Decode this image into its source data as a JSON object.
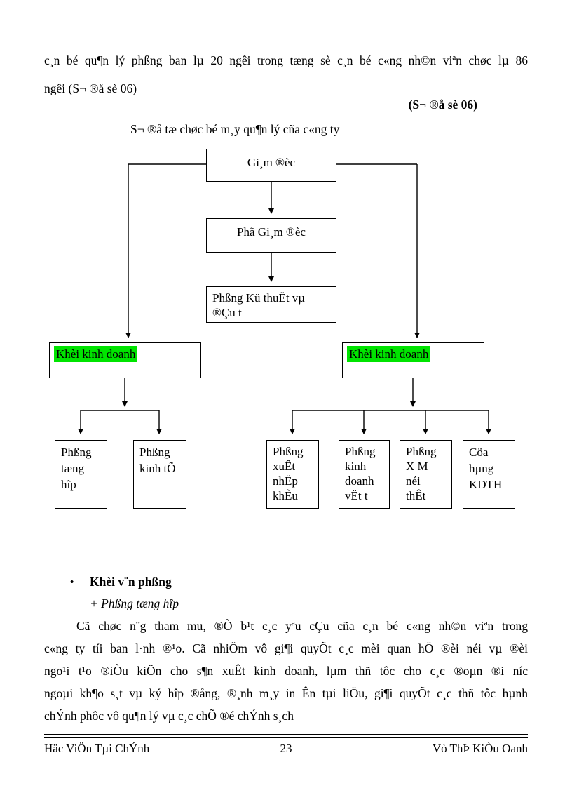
{
  "intro": {
    "lines": [
      "c¸n bé qu¶n lý phßng ban lµ 20 ngêi  trong tæng sè c¸n bé c«ng nh©n viªn chøc lµ 86",
      "ngêi  (S¬ ®å sè 06)"
    ],
    "reference_bold": "(S¬ ®å sè 06)",
    "diagram_title": "S¬ ®å tæ chøc bé m¸y qu¶n lý cña c«ng ty"
  },
  "diagram": {
    "highlight_color": "#00e400",
    "nodes": {
      "director": {
        "label": "Gi¸m ®èc"
      },
      "deputy": {
        "label": "Phã Gi¸m ®èc"
      },
      "tech": {
        "label": "Phßng Kü thuËt vµ ®Çu t",
        "lines": [
          "Phßng Kü thuËt vµ",
          "®Çu t"
        ]
      },
      "left_block": {
        "label": "Khèi kinh doanh"
      },
      "right_block": {
        "label": "Khèi kinh doanh"
      },
      "general": {
        "label": "Phßng tæng hîp",
        "lines": [
          "Phßng",
          "tæng",
          "hîp"
        ]
      },
      "economy": {
        "label": "Phßng kinh tÕ",
        "lines": [
          "Phßng",
          "kinh tÕ"
        ]
      },
      "import_export": {
        "label": "Phßng xuÊt nhËp khÈu",
        "lines": [
          "Phßng",
          "xuÊt",
          "nhËp",
          "khÈu"
        ]
      },
      "materials": {
        "label": "Phßng kinh doanh vËt t",
        "lines": [
          "Phßng",
          "kinh",
          "doanh",
          "vËt t"
        ]
      },
      "interior": {
        "label": "Phßng X M néi thÊt",
        "lines": [
          "Phßng",
          "X M",
          "néi",
          "thÊt"
        ]
      },
      "store": {
        "label": "Cöa hµng KDTH",
        "lines": [
          "Cöa",
          "hµng",
          "KDTH"
        ]
      }
    }
  },
  "section": {
    "bullet": "•",
    "heading": "Khèi v¨n phßng",
    "subheading": "+ Phßng tæng hîp",
    "paragraph_lines": [
      "Cã chøc n¨g tham mu,  ®Ò b¹t c¸c yªu cÇu cña c¸n bé c«ng nh©n viªn trong",
      "c«ng ty tíi ban l·nh ®¹o. Cã nhiÖm vô gi¶i quyÕt c¸c mèi quan hÖ ®èi néi vµ ®èi",
      "ngo¹i t¹o ®iÒu kiÖn cho s¶n xuÊt kinh  doanh, lµm thñ tôc cho c¸c ®oµn ®i níc",
      "ngoµi kh¶o s¸t vµ ký hîp ®ång, ®¸nh m¸y in Ên tµi liÖu, gi¶i quyÕt c¸c thñ tôc hµnh",
      "chÝnh phôc vô qu¶n lý vµ c¸c chÕ ®é chÝnh s¸ch"
    ]
  },
  "footer": {
    "left": "Häc ViÖn Tµi ChÝnh",
    "page_number": "23",
    "right": "Vò ThÞ KiÒu Oanh"
  }
}
